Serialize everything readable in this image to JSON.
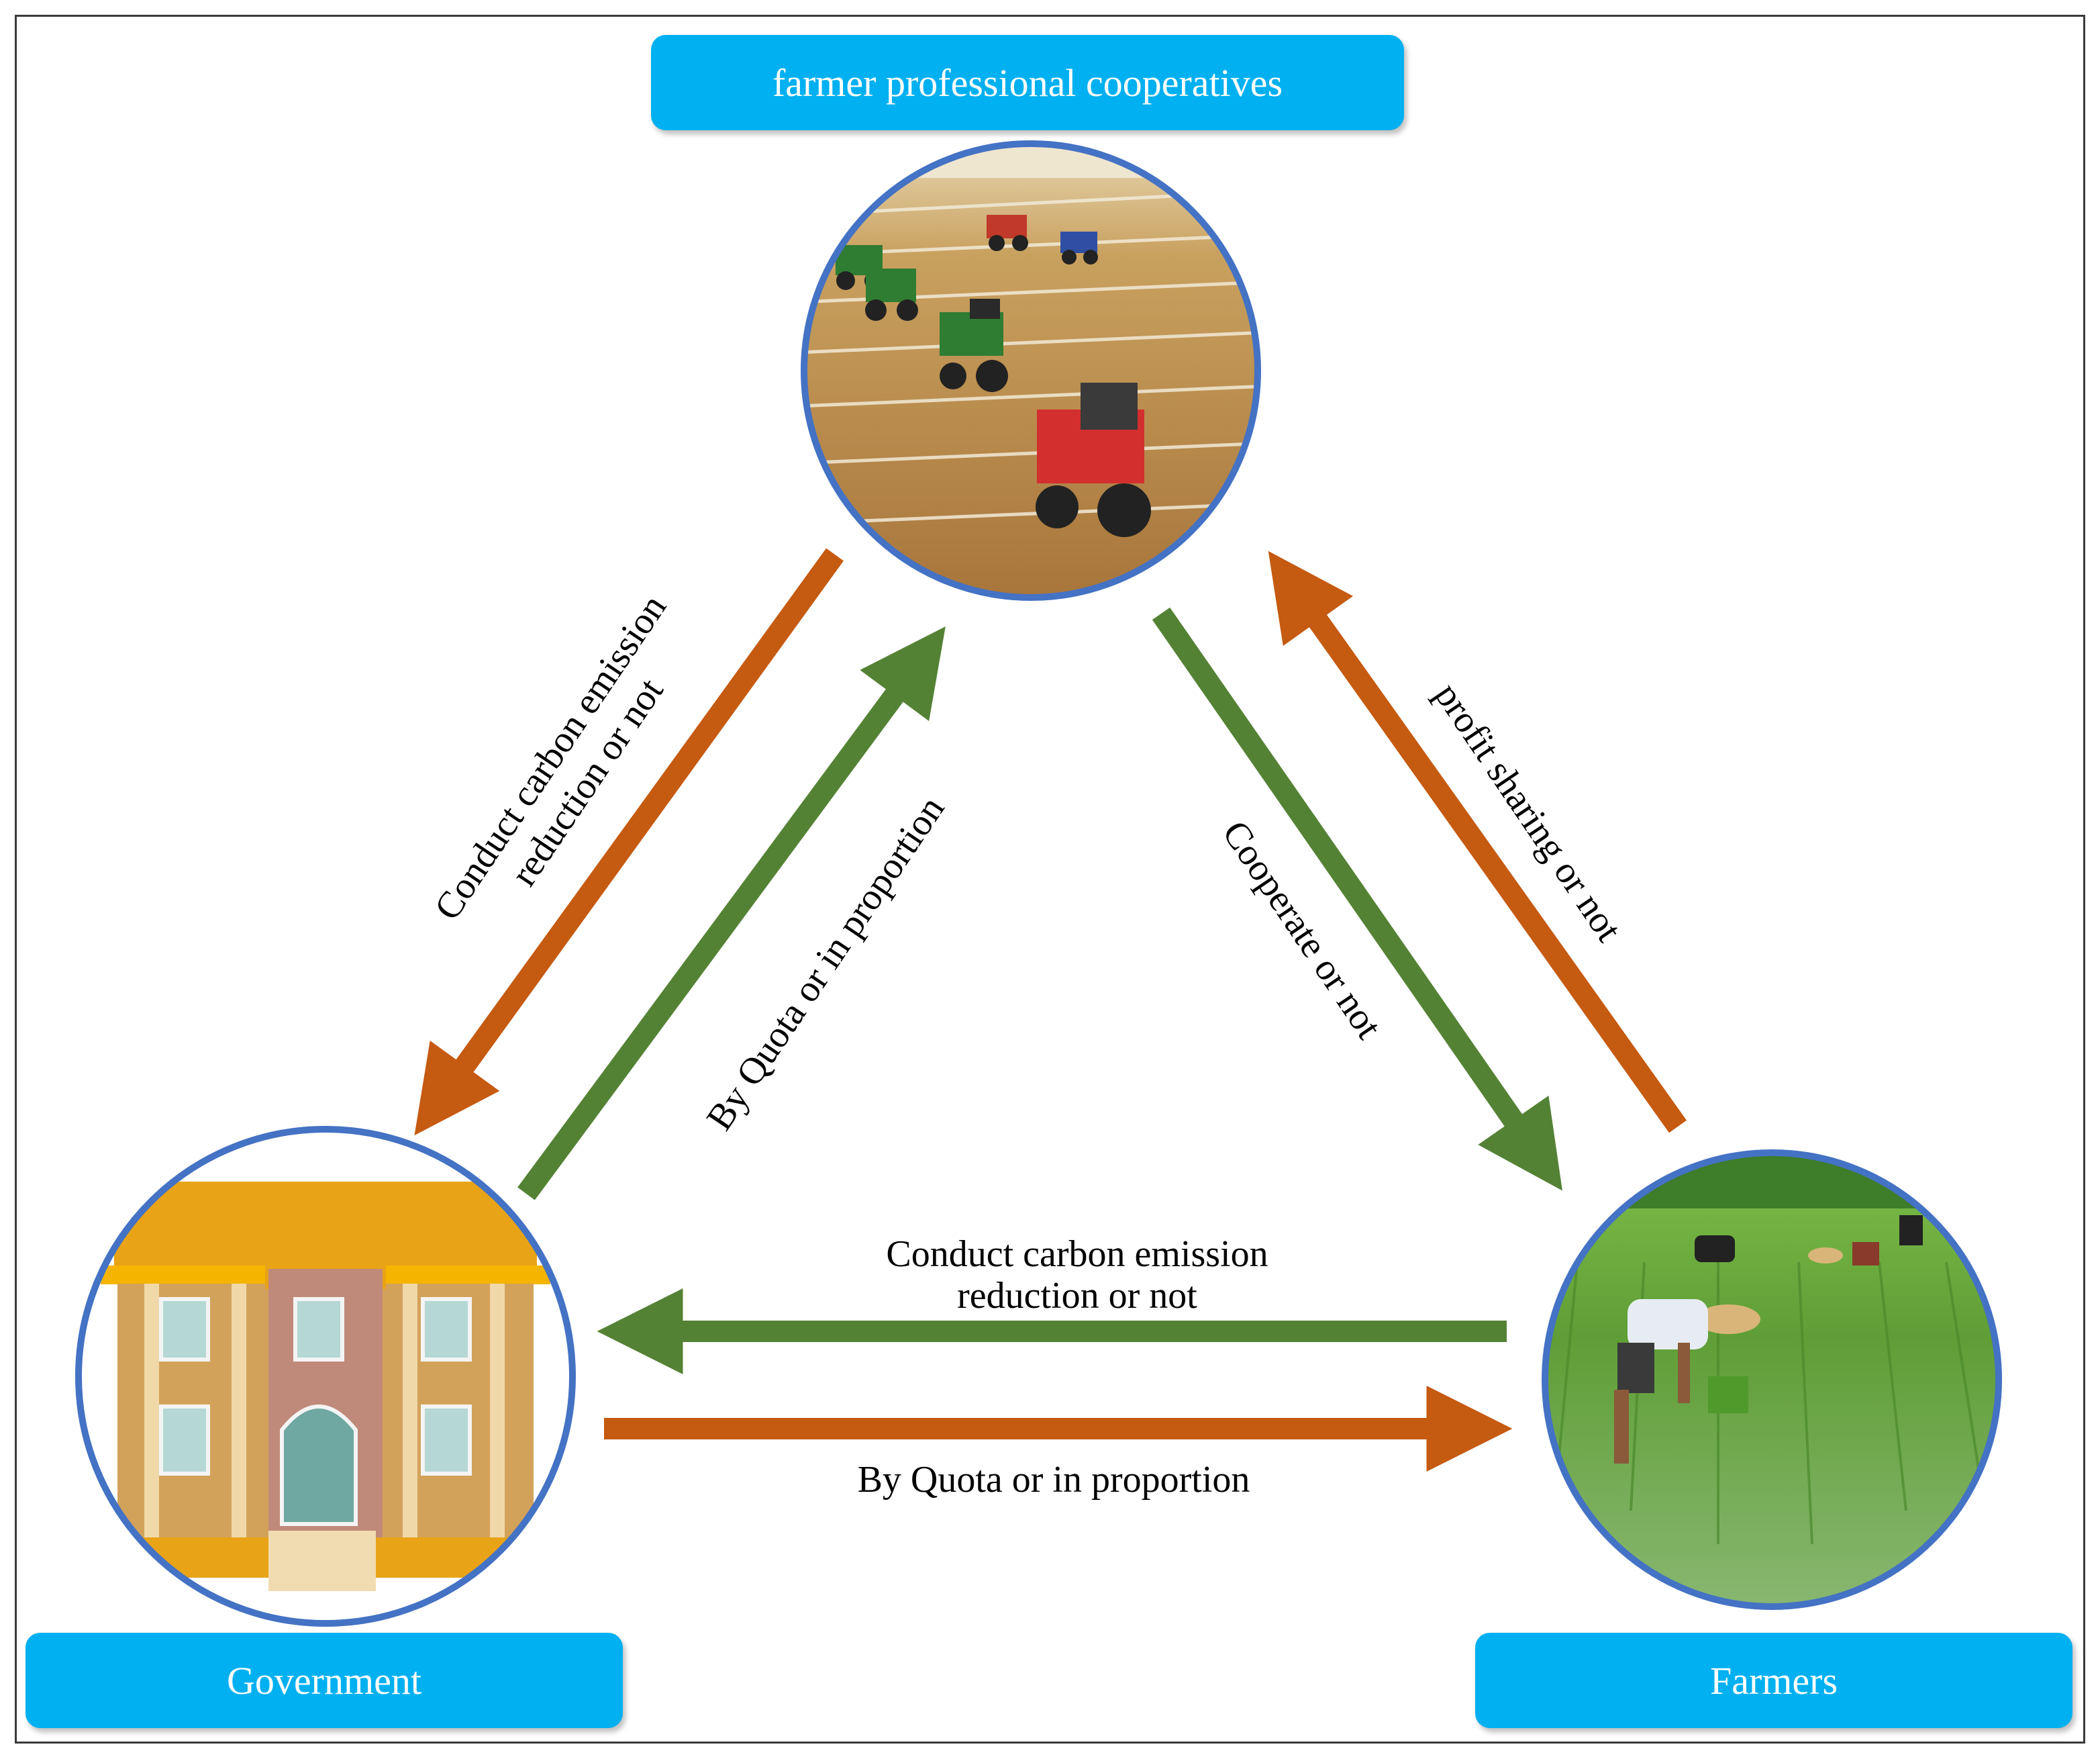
{
  "nodes": {
    "cooperatives": {
      "label": "farmer professional cooperatives",
      "image": "tractors-in-field"
    },
    "government": {
      "label": "Government",
      "image": "government-building"
    },
    "farmers": {
      "label": "Farmers",
      "image": "farmers-in-rice-paddy"
    }
  },
  "edges": {
    "coop_to_gov": {
      "label_line1": "Conduct carbon emission",
      "label_line2": "reduction or not",
      "color": "#c55a11"
    },
    "gov_to_coop": {
      "label": "By Quota or in proportion",
      "color": "#548235"
    },
    "coop_to_farm": {
      "label": "Cooperate or not",
      "color": "#548235"
    },
    "farm_to_coop": {
      "label": "profit sharing or not",
      "color": "#c55a11"
    },
    "farm_to_gov": {
      "label_line1": "Conduct carbon emission",
      "label_line2": "reduction or not",
      "color": "#548235"
    },
    "gov_to_farm": {
      "label": "By Quota or in proportion",
      "color": "#c55a11"
    }
  },
  "colors": {
    "box": "#00b0f0",
    "circle_border": "#4472c4",
    "orange_arrow": "#c55a11",
    "green_arrow": "#548235"
  }
}
